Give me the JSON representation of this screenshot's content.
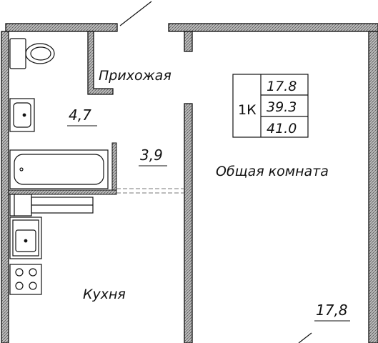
{
  "rooms": {
    "hallway": {
      "name": "Прихожая"
    },
    "bathroom": {
      "area": "4,7"
    },
    "hall_area": {
      "area": "3,9"
    },
    "living": {
      "name": "Общая комната",
      "area": "17,8"
    },
    "kitchen": {
      "name": "Кухня"
    }
  },
  "info_table": {
    "type": "1К",
    "living_area": "17.8",
    "total_area": "39.3",
    "full_area": "41.0"
  },
  "colors": {
    "wall_fill": "#9a9a9a",
    "wall_stroke": "#111111"
  }
}
